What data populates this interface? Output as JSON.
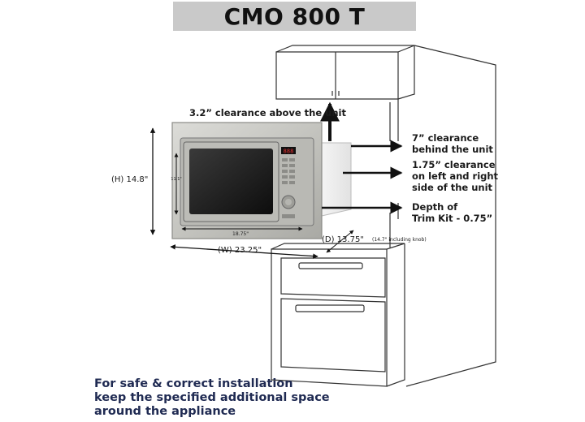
{
  "title": "CMO 800 T",
  "labels": {
    "clearance_above": "3.2” clearance above the unit",
    "clearance_behind_l1": "7” clearance",
    "clearance_behind_l2": "behind the unit",
    "clearance_sides_l1": "1.75” clearance",
    "clearance_sides_l2": "on left and right",
    "clearance_sides_l3": "side of the unit",
    "trim_depth_l1": "Depth of",
    "trim_depth_l2": "Trim Kit - 0.75”",
    "height": "(H) 14.8\"",
    "inner_height": "11.1\"",
    "inner_width": "18.75\"",
    "width": "(W) 23.25\"",
    "depth": "(D) 13.75\"",
    "depth_note": "(14.7\" including knob)",
    "display": "888"
  },
  "footer": {
    "line1": "For safe & correct installation",
    "line2": "keep the specified additional space",
    "line3": "around the appliance"
  },
  "colors": {
    "title_bg": "#c9c9c9",
    "footer_text": "#1f2a52",
    "cabinet_line": "#333333",
    "arrow": "#111111"
  }
}
